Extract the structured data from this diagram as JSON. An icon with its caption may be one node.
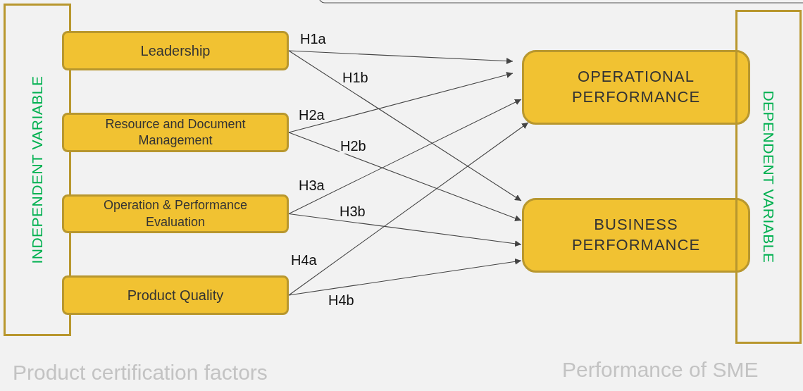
{
  "diagram": {
    "nodes": [
      {
        "text": [
          "INDEPENDENT VARIABLE"
        ]
      },
      {
        "text": [
          "Leadership"
        ]
      },
      {
        "text": [
          "Resource and Document Management"
        ]
      },
      {
        "text": [
          "Operation & Performance Evaluation"
        ]
      },
      {
        "text": [
          "Product Quality"
        ]
      },
      {
        "text": [
          "OPERATIONAL PERFORMANCE"
        ]
      },
      {
        "text": [
          "BUSINESS PERFORMANCE"
        ]
      },
      {
        "text": [
          "DEPENDENT VARIABLE"
        ]
      }
    ],
    "edges": [
      {
        "from": 1,
        "to": 5,
        "arrow": "to",
        "label": "H1a"
      },
      {
        "from": 1,
        "to": 6,
        "arrow": "to",
        "label": "H1b"
      },
      {
        "from": 2,
        "to": 5,
        "arrow": "to",
        "label": "H2a"
      },
      {
        "from": 2,
        "to": 6,
        "arrow": "to",
        "label": "H2b"
      },
      {
        "from": 3,
        "to": 5,
        "arrow": "to",
        "label": "H3a"
      },
      {
        "from": 3,
        "to": 6,
        "arrow": "to",
        "label": "H3b"
      },
      {
        "from": 4,
        "to": 5,
        "arrow": "to",
        "label": "H4a"
      },
      {
        "from": 4,
        "to": 6,
        "arrow": "to",
        "label": "H4b"
      }
    ],
    "labels": [
      "Product certification factors",
      "Performance of SME"
    ]
  }
}
